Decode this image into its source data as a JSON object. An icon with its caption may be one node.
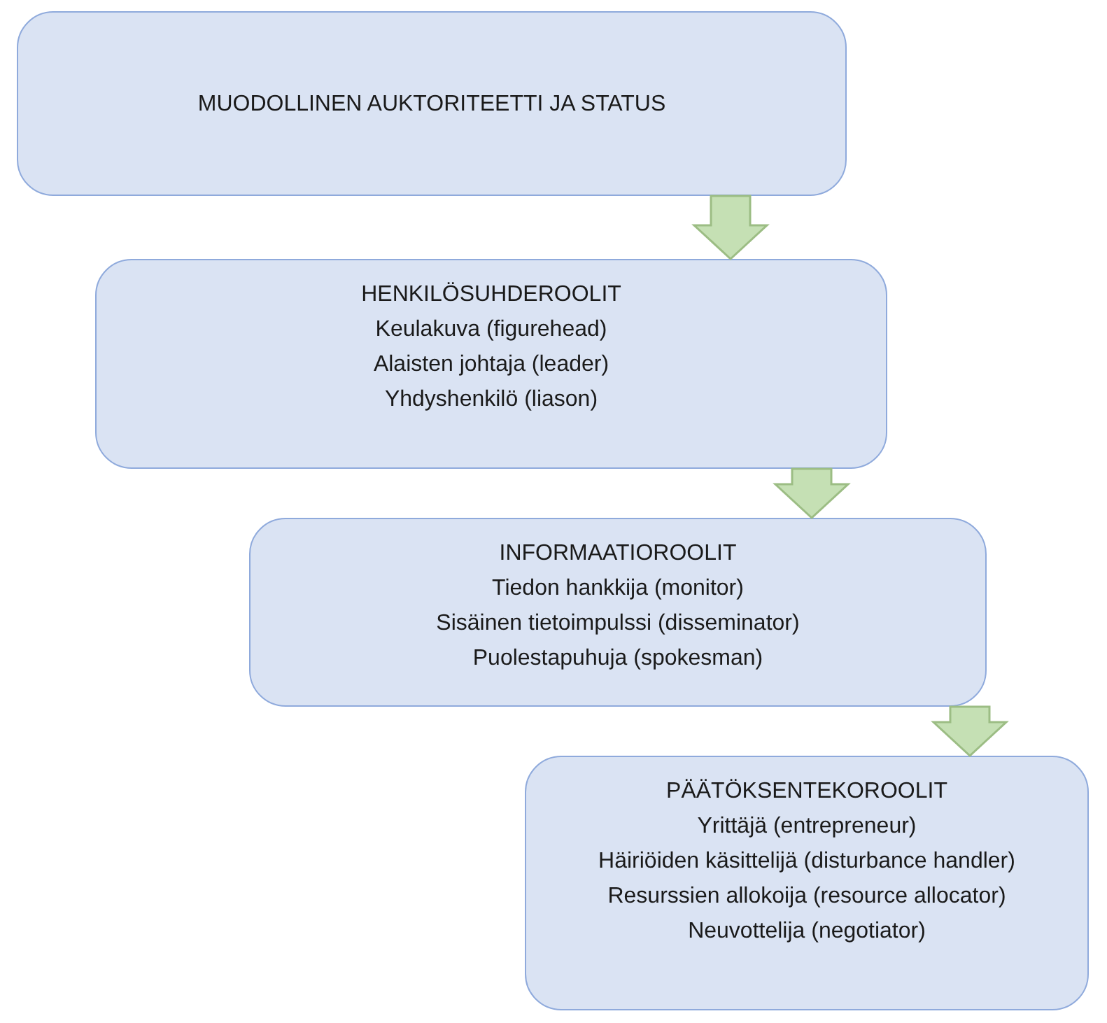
{
  "diagram": {
    "nodes": [
      {
        "text": [
          "MUODOLLINEN AUKTORITEETTI JA STATUS"
        ]
      },
      {
        "text": [
          "HENKILÖSUHDEROOLIT",
          "Keulakuva (figurehead)",
          "Alaisten johtaja (leader)",
          "Yhdyshenkilö (liason)"
        ]
      },
      {
        "text": [
          "INFORMAATIOROOLIT",
          "Tiedon hankkija (monitor)",
          "Sisäinen tietoimpulssi (disseminator)",
          "Puolestapuhuja (spokesman)"
        ]
      },
      {
        "text": [
          "PÄÄTÖKSENTEKOROOLIT",
          "Yrittäjä (entrepreneur)",
          "Häiriöiden käsittelijä (disturbance handler)",
          "Resurssien allokoija (resource allocator)",
          "Neuvottelija (negotiator)"
        ]
      }
    ],
    "edges": [
      {
        "from": 0,
        "to": 1,
        "arrow": "to"
      },
      {
        "from": 1,
        "to": 2,
        "arrow": "to"
      },
      {
        "from": 2,
        "to": 3,
        "arrow": "to"
      }
    ]
  }
}
